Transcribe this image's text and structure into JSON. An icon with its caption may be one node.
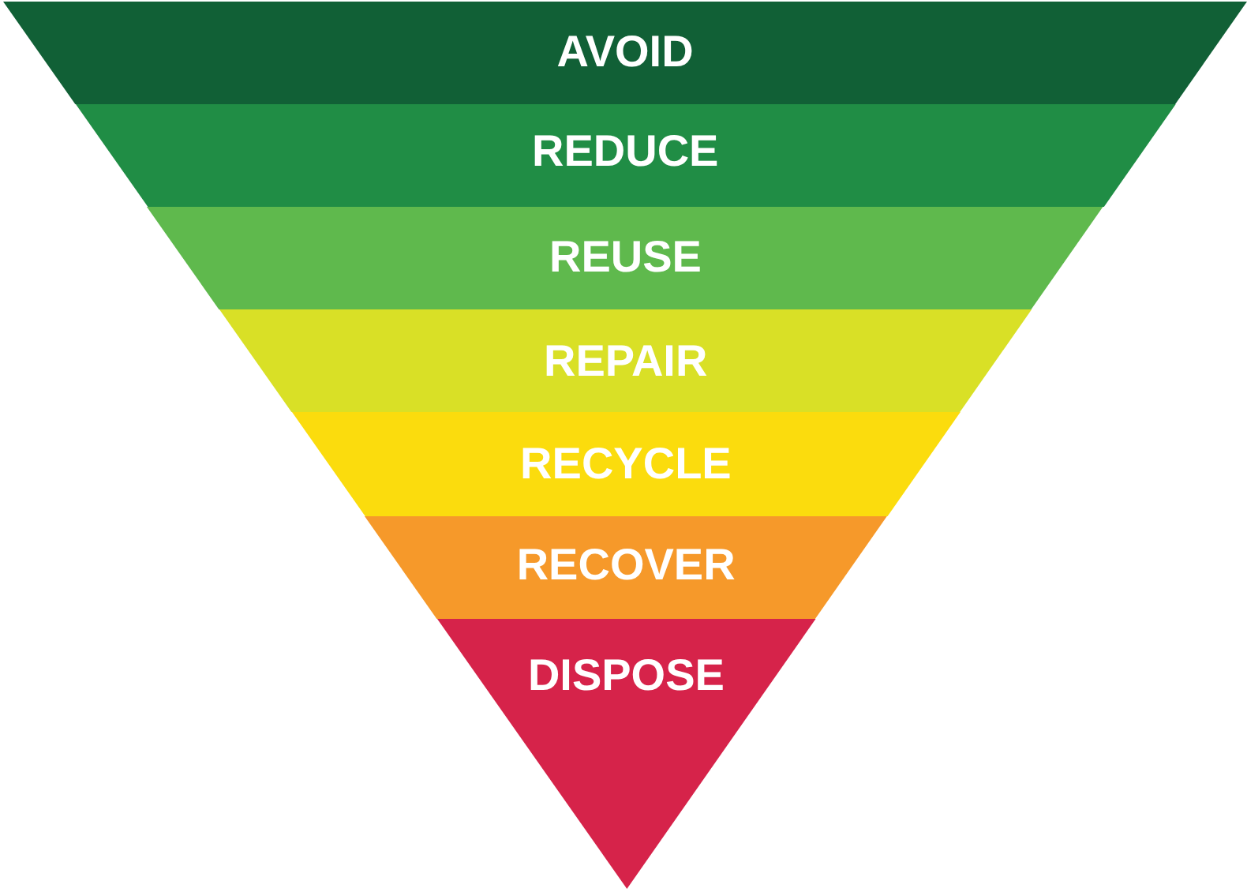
{
  "diagram": {
    "nodes": [
      {
        "text": [
          "AVOID"
        ]
      },
      {
        "text": [
          "REDUCE"
        ]
      },
      {
        "text": [
          "REUSE"
        ]
      },
      {
        "text": [
          "REPAIR"
        ]
      },
      {
        "text": [
          "RECYCLE"
        ]
      },
      {
        "text": [
          "RECOVER"
        ]
      },
      {
        "text": [
          "DISPOSE"
        ]
      }
    ]
  }
}
